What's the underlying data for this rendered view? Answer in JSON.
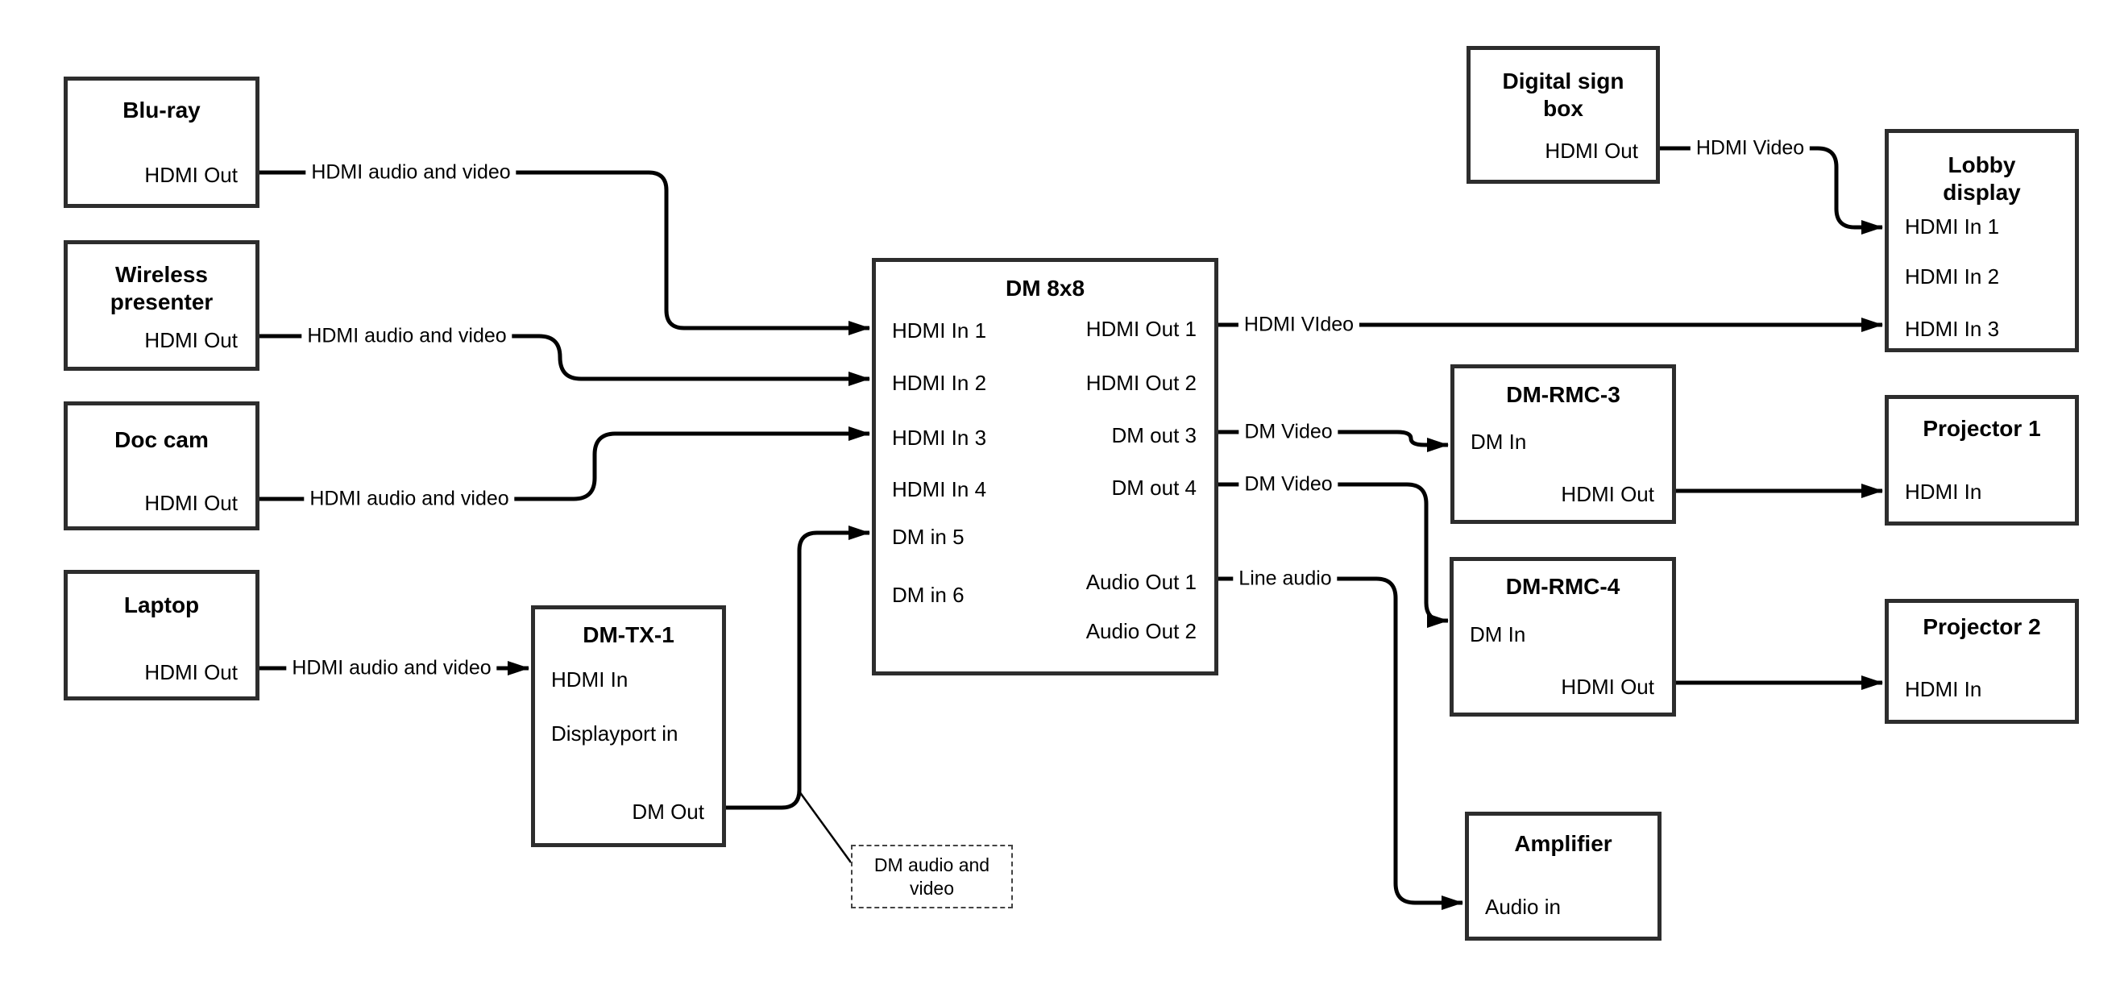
{
  "diagram": {
    "boxes": {
      "bluray": {
        "title": "Blu-ray",
        "port_out": "HDMI Out"
      },
      "wireless": {
        "title": "Wireless presenter",
        "port_out": "HDMI Out"
      },
      "doccam": {
        "title": "Doc cam",
        "port_out": "HDMI Out"
      },
      "laptop": {
        "title": "Laptop",
        "port_out": "HDMI Out"
      },
      "dmtx1": {
        "title": "DM-TX-1",
        "port_hdmi_in": "HDMI In",
        "port_dp_in": "Displayport in",
        "port_dm_out": "DM Out"
      },
      "dm8x8": {
        "title": "DM 8x8",
        "inputs": [
          "HDMI In 1",
          "HDMI In 2",
          "HDMI In 3",
          "HDMI In 4",
          "DM in 5",
          "DM in 6"
        ],
        "outputs": [
          "HDMI Out 1",
          "HDMI Out 2",
          "DM out 3",
          "DM out 4",
          "Audio Out 1",
          "Audio Out 2"
        ]
      },
      "digitalsign": {
        "title": "Digital sign box",
        "port_out": "HDMI Out"
      },
      "lobby": {
        "title": "Lobby display",
        "inputs": [
          "HDMI In 1",
          "HDMI In 2",
          "HDMI In 3"
        ]
      },
      "dmrmc3": {
        "title": "DM-RMC-3",
        "port_in": "DM In",
        "port_out": "HDMI Out"
      },
      "proj1": {
        "title": "Projector 1",
        "port_in": "HDMI In"
      },
      "dmrmc4": {
        "title": "DM-RMC-4",
        "port_in": "DM In",
        "port_out": "HDMI Out"
      },
      "proj2": {
        "title": "Projector 2",
        "port_in": "HDMI In"
      },
      "amplifier": {
        "title": "Amplifier",
        "port_in": "Audio in"
      }
    },
    "edge_labels": {
      "bluray_dm": "HDMI audio and video",
      "wireless_dm": "HDMI audio and video",
      "doccam_dm": "HDMI audio and video",
      "laptop_tx": "HDMI audio and video",
      "out1_lobby": "HDMI VIdeo",
      "sign_lobby": "HDMI Video",
      "out3_rmc3": "DM Video",
      "out4_rmc4": "DM Video",
      "audio_amp": "Line audio"
    },
    "note": {
      "text": "DM audio and video"
    },
    "colors": {
      "line": "#000000",
      "border": "#2d2d2d",
      "background": "#ffffff",
      "text": "#000000"
    }
  }
}
